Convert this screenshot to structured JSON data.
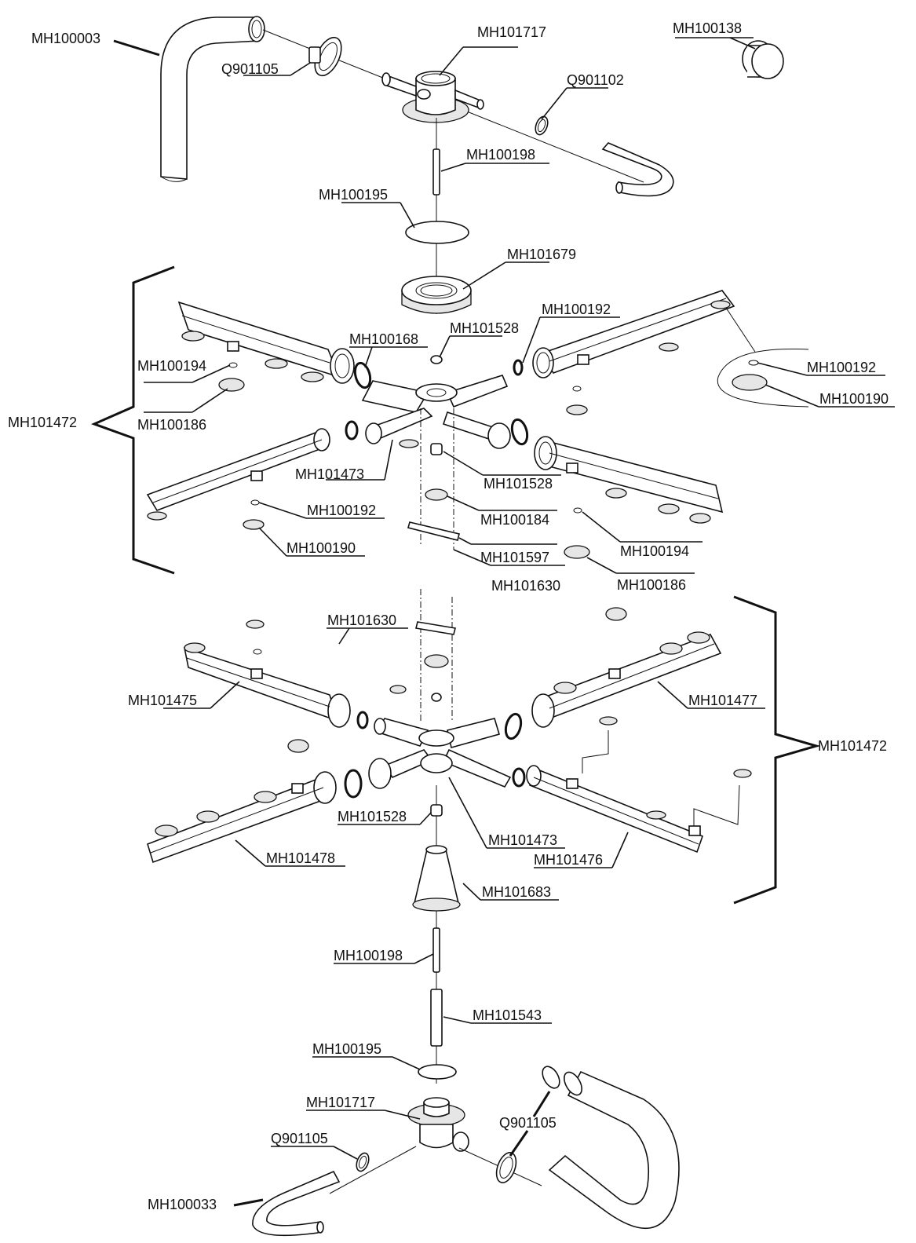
{
  "labels": {
    "mh100003": "MH100003",
    "q901105_top": "Q901105",
    "mh101717_top": "MH101717",
    "mh100138": "MH100138",
    "q901102": "Q901102",
    "mh100198_top": "MH100198",
    "mh100195_top": "MH100195",
    "mh101679": "MH101679",
    "mh100192_a": "MH100192",
    "mh101528_a": "MH101528",
    "mh100168": "MH100168",
    "mh100194_a": "MH100194",
    "mh100192_b": "MH100192",
    "mh100190_a": "MH100190",
    "mh101472_a": "MH101472",
    "mh100186_a": "MH100186",
    "mh101473_a": "MH101473",
    "mh101528_b": "MH101528",
    "mh100184": "MH100184",
    "mh100192_c": "MH100192",
    "mh100190_b": "MH100190",
    "mh101597": "MH101597",
    "mh100194_b": "MH100194",
    "mh101630_a": "MH101630",
    "mh100186_b": "MH100186",
    "mh101630_b": "MH101630",
    "mh101475": "MH101475",
    "mh101477": "MH101477",
    "mh101472_b": "MH101472",
    "mh101528_c": "MH101528",
    "mh101473_b": "MH101473",
    "mh101478": "MH101478",
    "mh101476": "MH101476",
    "mh101683": "MH101683",
    "mh100198_bottom": "MH100198",
    "mh101543": "MH101543",
    "mh100195_bottom": "MH100195",
    "mh101717_bottom": "MH101717",
    "q901105_mid": "Q901105",
    "q901105_bottom": "Q901105",
    "mh100033": "MH100033"
  }
}
